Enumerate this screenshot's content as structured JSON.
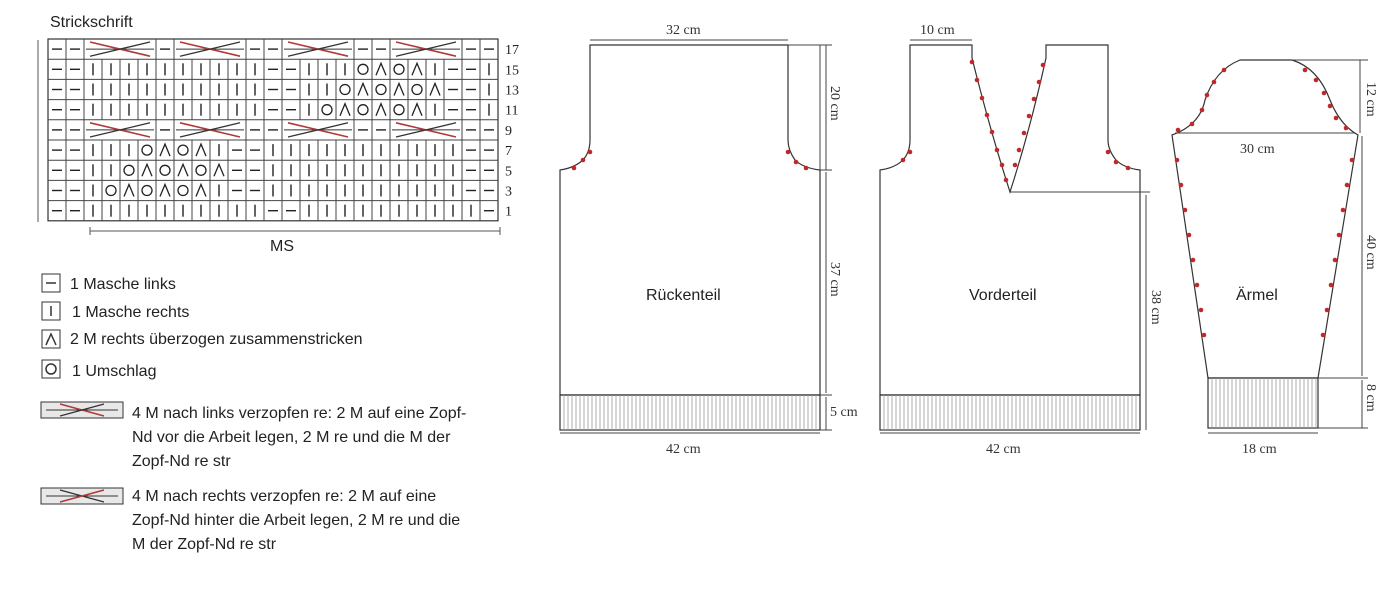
{
  "chart": {
    "title": "Strickschrift",
    "row_numbers": [
      "17",
      "15",
      "13",
      "11",
      "9",
      "7",
      "5",
      "3",
      "1"
    ],
    "ms_label": "MS",
    "rows": [
      "--CCCC-CCCC--CCCC--CCCC--",
      "--||||||||||--|||OLOL|--",
      "--||||||||||--||OLOLOL--",
      "--||||||||||--|OLOLOL|--",
      "--CCCC-CCCC--CCCC--CCCC--",
      "--|||OLOL|--|||||||||||--",
      "--||OLOLOL--|||||||||||--",
      "--|OLOLOL|--|||||||||||--",
      "--||||||||||--||||||||||--"
    ]
  },
  "legend": [
    {
      "symbol": "purl-icon",
      "text": "1 Masche links"
    },
    {
      "symbol": "knit-icon",
      "text": "1 Masche rechts"
    },
    {
      "symbol": "ssk-icon",
      "text": "2 M rechts überzogen zusammenstricken"
    },
    {
      "symbol": "yarn-over-icon",
      "text": "1 Umschlag"
    },
    {
      "symbol": "cable-left-icon",
      "text": [
        "4 M nach links verzopfen re: 2 M auf eine Zopf-",
        "Nd vor die Arbeit legen, 2 M re und die M der",
        "Zopf-Nd re str"
      ]
    },
    {
      "symbol": "cable-right-icon",
      "text": [
        "4 M nach rechts verzopfen re: 2 M auf eine",
        "Zopf-Nd hinter die Arbeit legen, 2 M re und die",
        "M der Zopf-Nd re str"
      ]
    }
  ],
  "schematic": {
    "back": {
      "label": "Rückenteil",
      "width_top": "32 cm",
      "armhole": "20 cm",
      "body": "37 cm",
      "rib": "5 cm",
      "width_bottom": "42 cm"
    },
    "front": {
      "label": "Vorderteil",
      "neck": "10 cm",
      "length": "38 cm",
      "width_bottom": "42 cm"
    },
    "sleeve": {
      "label": "Ärmel",
      "cap": "12 cm",
      "width_top": "30 cm",
      "length": "40 cm",
      "cuff": "8 cm",
      "width_bottom": "18 cm"
    }
  },
  "colors": {
    "line": "#333333",
    "cable": "#b03a3a",
    "dot": "#c0282b"
  }
}
